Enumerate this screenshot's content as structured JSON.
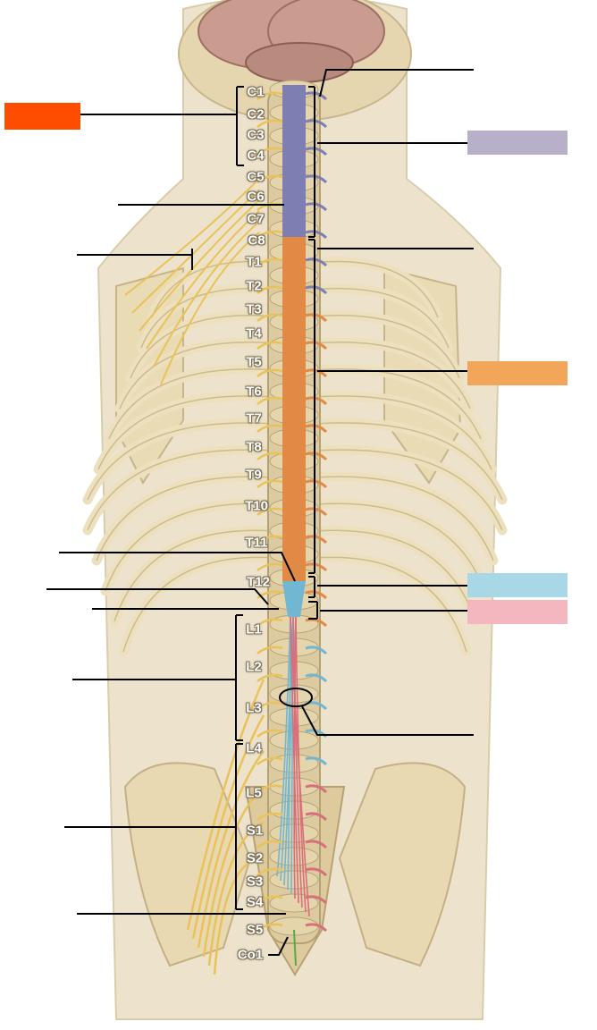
{
  "vertebra_labels": {
    "cervical": [
      "C1",
      "C2",
      "C3",
      "C4",
      "C5",
      "C6",
      "C7",
      "C8"
    ],
    "thoracic": [
      "T1",
      "T2",
      "T3",
      "T4",
      "T5",
      "T6",
      "T7",
      "T8",
      "T9",
      "T10",
      "T11",
      "T12"
    ],
    "lumbar": [
      "L1",
      "L2",
      "L3",
      "L4",
      "L5"
    ],
    "sacral": [
      "S1",
      "S2",
      "S3",
      "S4",
      "S5"
    ],
    "coccygeal": [
      "Co1"
    ]
  },
  "legend_boxes": {
    "cervical_color": "#ff4d00",
    "cervical_right_color": "#b8afc9",
    "thoracic_color": "#f2a65a",
    "lumbar_color": "#a8d8e6",
    "sacral_color": "#f4b6bf"
  },
  "colors": {
    "bone": "#ece0bf",
    "bone_shadow": "#cdbb8c",
    "skin": "#ede3cc",
    "cord_cervical": "#7d7fb3",
    "cord_thoracic": "#e08a45",
    "cord_lumbar": "#72b7d1",
    "cord_sacral": "#d86f7a",
    "nerve": "#e9c25a"
  }
}
